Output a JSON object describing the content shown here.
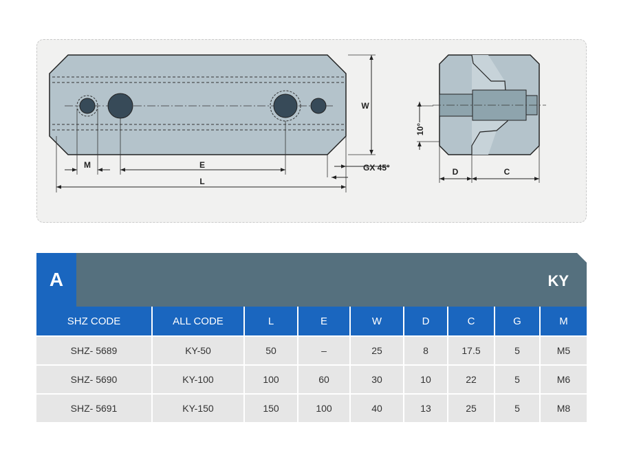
{
  "drawing": {
    "labels": {
      "M": "M",
      "E": "E",
      "L": "L",
      "W": "W",
      "chamfer": "GX 45°",
      "angle": "10°",
      "D": "D",
      "C": "C"
    }
  },
  "header": {
    "section_letter": "A",
    "series_name": "KY",
    "colors": {
      "bar": "#55707e",
      "letter_block": "#1a66bf"
    }
  },
  "table": {
    "columns": [
      "SHZ CODE",
      "ALL CODE",
      "L",
      "E",
      "W",
      "D",
      "C",
      "G",
      "M"
    ],
    "rows": [
      [
        "SHZ- 5689",
        "KY-50",
        "50",
        "–",
        "25",
        "8",
        "17.5",
        "5",
        "M5"
      ],
      [
        "SHZ- 5690",
        "KY-100",
        "100",
        "60",
        "30",
        "10",
        "22",
        "5",
        "M6"
      ],
      [
        "SHZ- 5691",
        "KY-150",
        "150",
        "100",
        "40",
        "13",
        "25",
        "5",
        "M8"
      ]
    ]
  }
}
